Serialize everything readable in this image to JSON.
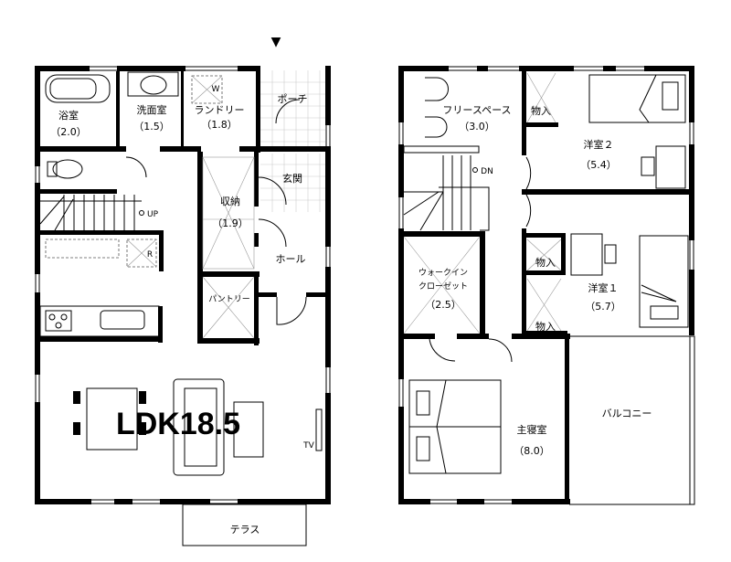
{
  "entrance_marker": "▼",
  "floor1": {
    "rooms": {
      "bath": {
        "name": "浴室",
        "area": "（2.0）"
      },
      "washroom": {
        "name": "洗面室",
        "area": "（1.5）"
      },
      "laundry": {
        "name": "ランドリー",
        "area": "（1.8）",
        "washer_mark": "W"
      },
      "porch": {
        "name": "ポーチ"
      },
      "entrance": {
        "name": "玄関"
      },
      "storage": {
        "name": "収納",
        "area": "（1.9）"
      },
      "hall": {
        "name": "ホール"
      },
      "pantry": {
        "name": "パントリー"
      },
      "ldk": {
        "name": "LDK18.5"
      },
      "terrace": {
        "name": "テラス"
      }
    },
    "stairs_label": "UP",
    "fridge_mark": "R",
    "tv_label": "TV"
  },
  "floor2": {
    "rooms": {
      "free_space": {
        "name": "フリースペース",
        "area": "（3.0）"
      },
      "closet_a": {
        "name": "物入"
      },
      "western2": {
        "name": "洋室２",
        "area": "（5.4）"
      },
      "wic": {
        "name_line1": "ウォークイン",
        "name_line2": "クローゼット",
        "area": "（2.5）"
      },
      "closet_b": {
        "name": "物入"
      },
      "closet_c": {
        "name": "物入"
      },
      "western1": {
        "name": "洋室１",
        "area": "（5.7）"
      },
      "master": {
        "name": "主寝室",
        "area": "（8.0）"
      },
      "balcony": {
        "name": "バルコニー"
      }
    },
    "stairs_label": "DN"
  }
}
